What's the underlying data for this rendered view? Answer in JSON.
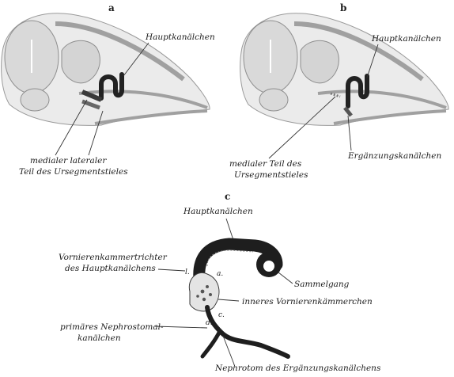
{
  "panels": {
    "a": {
      "letter": "a",
      "hauptkanaelchen": "Hauptkanälchen",
      "medial_lateral": "medialer  lateraler",
      "teil_des": "Teil des Ursegmentstieles"
    },
    "b": {
      "letter": "b",
      "hauptkanaelchen": "Hauptkanälchen",
      "medialer_teil": "medialer Teil des",
      "ursegmentstieles": "Ursegmentstieles",
      "ergaenzung": "Ergänzungskanälchen"
    },
    "c": {
      "letter": "c",
      "hauptkanaelchen": "Hauptkanälchen",
      "vornieren_line1": "Vornierenkammertrichter",
      "vornieren_line2": "des Hauptkanälchens",
      "sammelgang": "Sammelgang",
      "inneres": "inneres  Vornierenkämmerchen",
      "primaeres_line1": "primäres  Nephrostomal-",
      "primaeres_line2": "kanälchen",
      "nephrotom": "Nephrotom des Ergänzungskanälchens",
      "letter_l": "l.",
      "letter_a": "a.",
      "letter_c": "c.",
      "letter_d": "d."
    }
  }
}
